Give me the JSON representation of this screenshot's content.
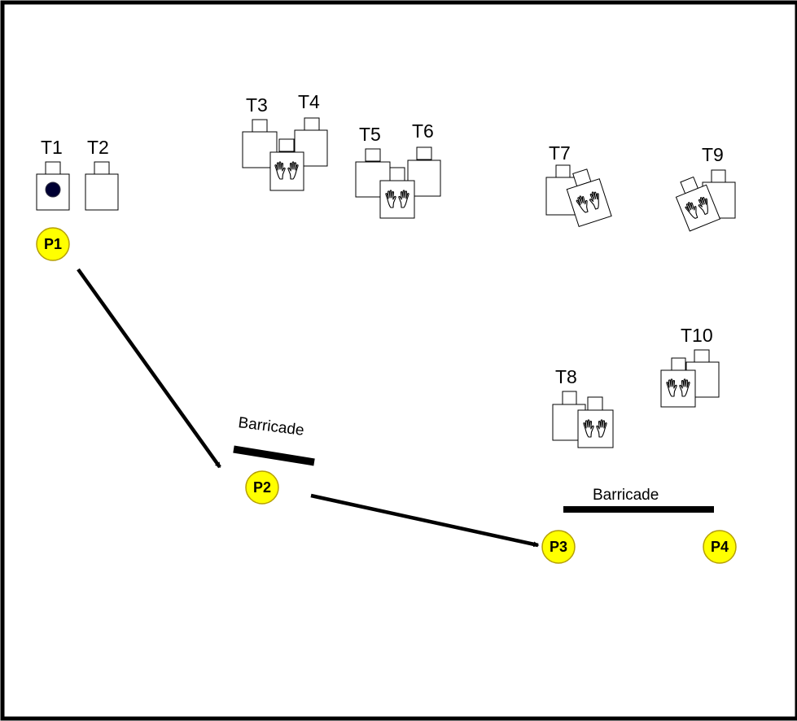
{
  "targets": [
    {
      "id": "t1",
      "label": "T1",
      "facing": "front",
      "marking": "dot"
    },
    {
      "id": "t2",
      "label": "T2",
      "facing": "front",
      "marking": "none"
    },
    {
      "id": "t3",
      "label": "T3",
      "facing": "front",
      "marking": "none"
    },
    {
      "id": "t4",
      "label": "T4",
      "facing": "front",
      "marking": "none"
    },
    {
      "id": "t5",
      "label": "T5",
      "facing": "front",
      "marking": "none"
    },
    {
      "id": "t6",
      "label": "T6",
      "facing": "front",
      "marking": "none"
    },
    {
      "id": "t7",
      "label": "T7",
      "facing": "front",
      "marking": "none"
    },
    {
      "id": "t8",
      "label": "T8",
      "facing": "front",
      "marking": "none"
    },
    {
      "id": "t9",
      "label": "T9",
      "facing": "front",
      "marking": "none"
    },
    {
      "id": "t10",
      "label": "T10",
      "facing": "front",
      "marking": "none"
    }
  ],
  "no_shoot_targets": [
    {
      "id": "ns-t3-t4",
      "marking": "hands-icon"
    },
    {
      "id": "ns-t5-t6",
      "marking": "hands-icon"
    },
    {
      "id": "ns-t8",
      "marking": "hands-icon"
    },
    {
      "id": "ns-t10",
      "marking": "hands-icon"
    },
    {
      "id": "ns-t7",
      "marking": "hands-icon"
    },
    {
      "id": "ns-t9",
      "marking": "hands-icon"
    }
  ],
  "positions": [
    {
      "id": "p1",
      "label": "P1"
    },
    {
      "id": "p2",
      "label": "P2"
    },
    {
      "id": "p3",
      "label": "P3"
    },
    {
      "id": "p4",
      "label": "P4"
    }
  ],
  "barricades": [
    {
      "id": "barricade-1",
      "label": "Barricade"
    },
    {
      "id": "barricade-2",
      "label": "Barricade"
    }
  ],
  "movement": [
    {
      "from": "P1",
      "to": "P2"
    },
    {
      "from": "P2",
      "to": "P3"
    }
  ],
  "colors": {
    "position_fill": "#ffff00",
    "position_stroke": "#b59f00",
    "ink": "#000000",
    "background": "#ffffff",
    "dot_marking": "#000033"
  }
}
